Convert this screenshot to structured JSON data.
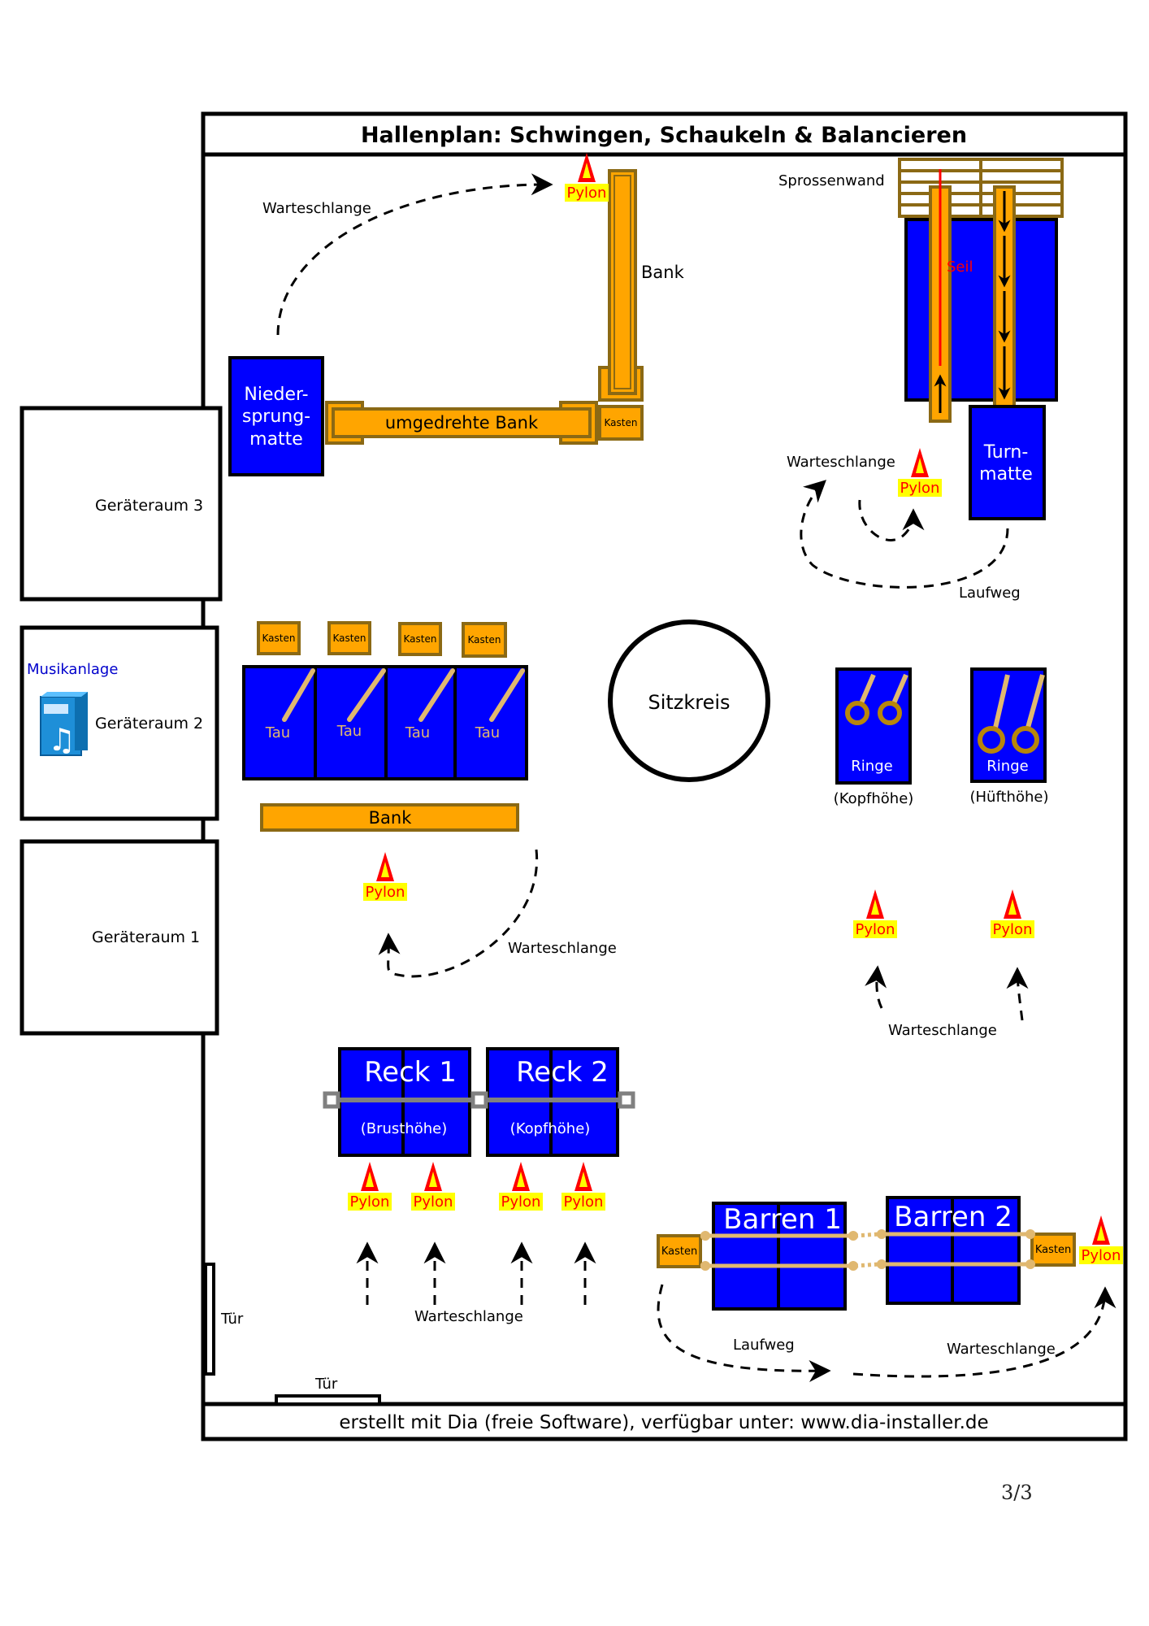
{
  "title": "Hallenplan: Schwingen, Schaukeln & Balancieren",
  "footer": "erstellt mit Dia (freie Software), verfügbar unter: www.dia-installer.de",
  "page_number": "3/3",
  "colors": {
    "mat": "#0000ff",
    "wood": "#ffa500",
    "wood_border": "#8b6914",
    "pylon": "#ff0000",
    "pylon_label_bg": "#ffff00",
    "rope": "#e0b870",
    "music_label": "#0000cc"
  },
  "rooms": {
    "room3": "Geräteraum 3",
    "room2": "Geräteraum 2",
    "room1": "Geräteraum 1",
    "music": "Musikanlage"
  },
  "labels": {
    "pylon": "Pylon",
    "queue": "Warteschlange",
    "walkway": "Laufweg",
    "bench": "Bank",
    "bench_flipped": "umgedrehte Bank",
    "box": "Kasten",
    "wall_bars": "Sprossenwand",
    "rope_red": "Seil",
    "landing_mat": "Nieder-\nsprung-\nmatte",
    "gym_mat": "Turn-\nmatte",
    "rope": "Tau",
    "circle": "Sitzkreis",
    "rings": "Ringe",
    "rings_head": "(Kopfhöhe)",
    "rings_hip": "(Hüfthöhe)",
    "bar1": "Reck 1",
    "bar2": "Reck 2",
    "bar1_height": "(Brusthöhe)",
    "bar2_height": "(Kopfhöhe)",
    "parallel1": "Barren 1",
    "parallel2": "Barren 2",
    "door": "Tür"
  }
}
